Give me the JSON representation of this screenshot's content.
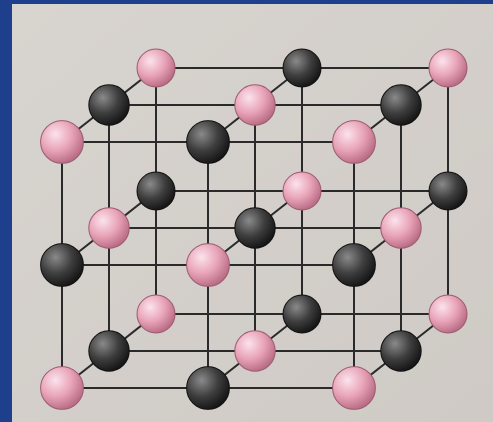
{
  "diagram": {
    "type": "crystal-lattice",
    "grid": [
      3,
      3,
      3
    ],
    "colors": {
      "background": "#1d3f8c",
      "page": "#d9d5d0",
      "bond": "#2a2a2a",
      "atom_pink": "#e8a3b8",
      "atom_dark": "#3e3e3e"
    },
    "atom_types": [
      "pink",
      "dark"
    ]
  }
}
